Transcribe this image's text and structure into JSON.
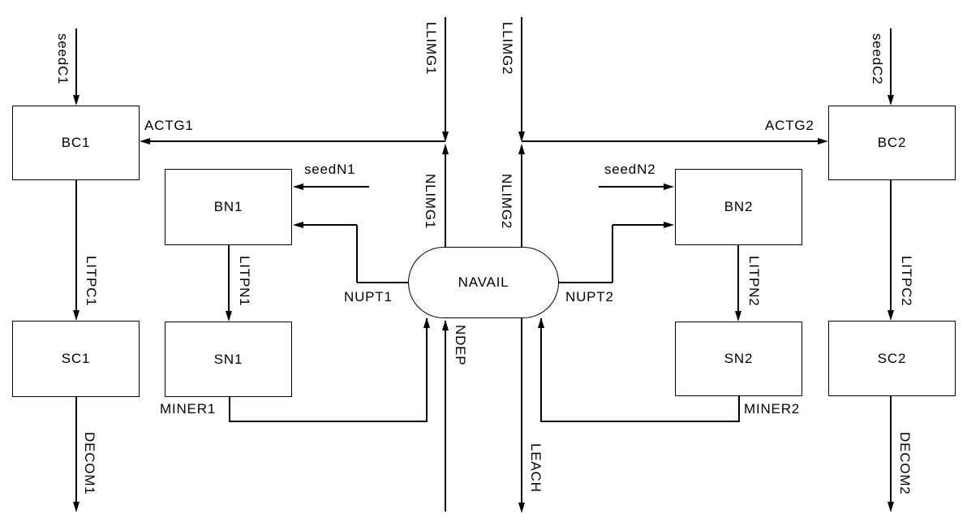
{
  "colors": {
    "background": "#ffffff",
    "line": "#000000",
    "text": "#000000"
  },
  "nodes": {
    "bc1": {
      "label": "BC1"
    },
    "bn1": {
      "label": "BN1"
    },
    "sn1": {
      "label": "SN1"
    },
    "sc1": {
      "label": "SC1"
    },
    "navail": {
      "label": "NAVAIL"
    },
    "bn2": {
      "label": "BN2"
    },
    "sn2": {
      "label": "SN2"
    },
    "bc2": {
      "label": "BC2"
    },
    "sc2": {
      "label": "SC2"
    }
  },
  "flows": {
    "seedc1": {
      "label": "seedC1"
    },
    "actg1": {
      "label": "ACTG1"
    },
    "llimg1": {
      "label": "LLIMG1"
    },
    "llimg2": {
      "label": "LLIMG2"
    },
    "nlimg1": {
      "label": "NLIMG1"
    },
    "nlimg2": {
      "label": "NLIMG2"
    },
    "seedn1": {
      "label": "seedN1"
    },
    "seedn2": {
      "label": "seedN2"
    },
    "nupt1": {
      "label": "NUPT1"
    },
    "nupt2": {
      "label": "NUPT2"
    },
    "litpc1": {
      "label": "LITPC1"
    },
    "litpn1": {
      "label": "LITPN1"
    },
    "litpn2": {
      "label": "LITPN2"
    },
    "litpc2": {
      "label": "LITPC2"
    },
    "seedc2": {
      "label": "seedC2"
    },
    "actg2": {
      "label": "ACTG2"
    },
    "miner1": {
      "label": "MINER1"
    },
    "miner2": {
      "label": "MINER2"
    },
    "ndep": {
      "label": "NDEP"
    },
    "leach": {
      "label": "LEACH"
    },
    "decom1": {
      "label": "DECOM1"
    },
    "decom2": {
      "label": "DECOM2"
    }
  },
  "edges": [
    {
      "flow": "seedC1",
      "from": "outside-top",
      "to": "BC1"
    },
    {
      "flow": "LLIMG1",
      "from": "outside-top",
      "to": "ACTG1-junction"
    },
    {
      "flow": "NLIMG1",
      "from": "NAVAIL",
      "to": "ACTG1-junction"
    },
    {
      "flow": "ACTG1",
      "from": "ACTG1-junction",
      "to": "BC1"
    },
    {
      "flow": "LITPC1",
      "from": "BC1",
      "to": "SC1"
    },
    {
      "flow": "DECOM1",
      "from": "SC1",
      "to": "outside-bottom"
    },
    {
      "flow": "seedN1",
      "from": "outside",
      "to": "BN1"
    },
    {
      "flow": "NUPT1",
      "from": "NAVAIL",
      "to": "BN1"
    },
    {
      "flow": "LITPN1",
      "from": "BN1",
      "to": "SN1"
    },
    {
      "flow": "MINER1",
      "from": "SN1",
      "to": "NAVAIL"
    },
    {
      "flow": "NDEP",
      "from": "outside-bottom",
      "to": "NAVAIL"
    },
    {
      "flow": "LEACH",
      "from": "NAVAIL",
      "to": "outside-bottom"
    },
    {
      "flow": "seedC2",
      "from": "outside-top",
      "to": "BC2"
    },
    {
      "flow": "LLIMG2",
      "from": "outside-top",
      "to": "ACTG2-junction"
    },
    {
      "flow": "NLIMG2",
      "from": "NAVAIL",
      "to": "ACTG2-junction"
    },
    {
      "flow": "ACTG2",
      "from": "ACTG2-junction",
      "to": "BC2"
    },
    {
      "flow": "LITPC2",
      "from": "BC2",
      "to": "SC2"
    },
    {
      "flow": "DECOM2",
      "from": "SC2",
      "to": "outside-bottom"
    },
    {
      "flow": "seedN2",
      "from": "outside",
      "to": "BN2"
    },
    {
      "flow": "NUPT2",
      "from": "NAVAIL",
      "to": "BN2"
    },
    {
      "flow": "LITPN2",
      "from": "BN2",
      "to": "SN2"
    },
    {
      "flow": "MINER2",
      "from": "SN2",
      "to": "NAVAIL"
    }
  ]
}
